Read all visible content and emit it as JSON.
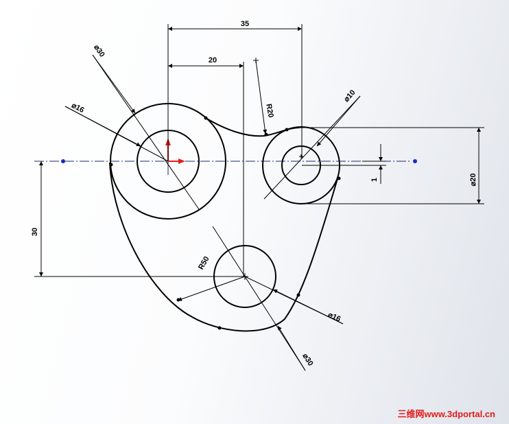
{
  "dimensions": {
    "d35": "35",
    "d20h": "20",
    "r20": "R20",
    "dia30_tl": "⌀30",
    "dia16_l": "⌀16",
    "dia10": "⌀10",
    "dia20": "⌀20",
    "d1": "1",
    "d30": "30",
    "r50": "R50",
    "dia16_b": "⌀16",
    "dia30_b": "⌀30"
  },
  "watermark": "三维网www.3dportal.cn",
  "colors": {
    "stroke": "#000000",
    "centerline": "#1a2a6a",
    "axis_x": "#e02020",
    "axis_y": "#e02020",
    "endpoint": "#1a2acc",
    "watermark": "#e21b1b"
  }
}
